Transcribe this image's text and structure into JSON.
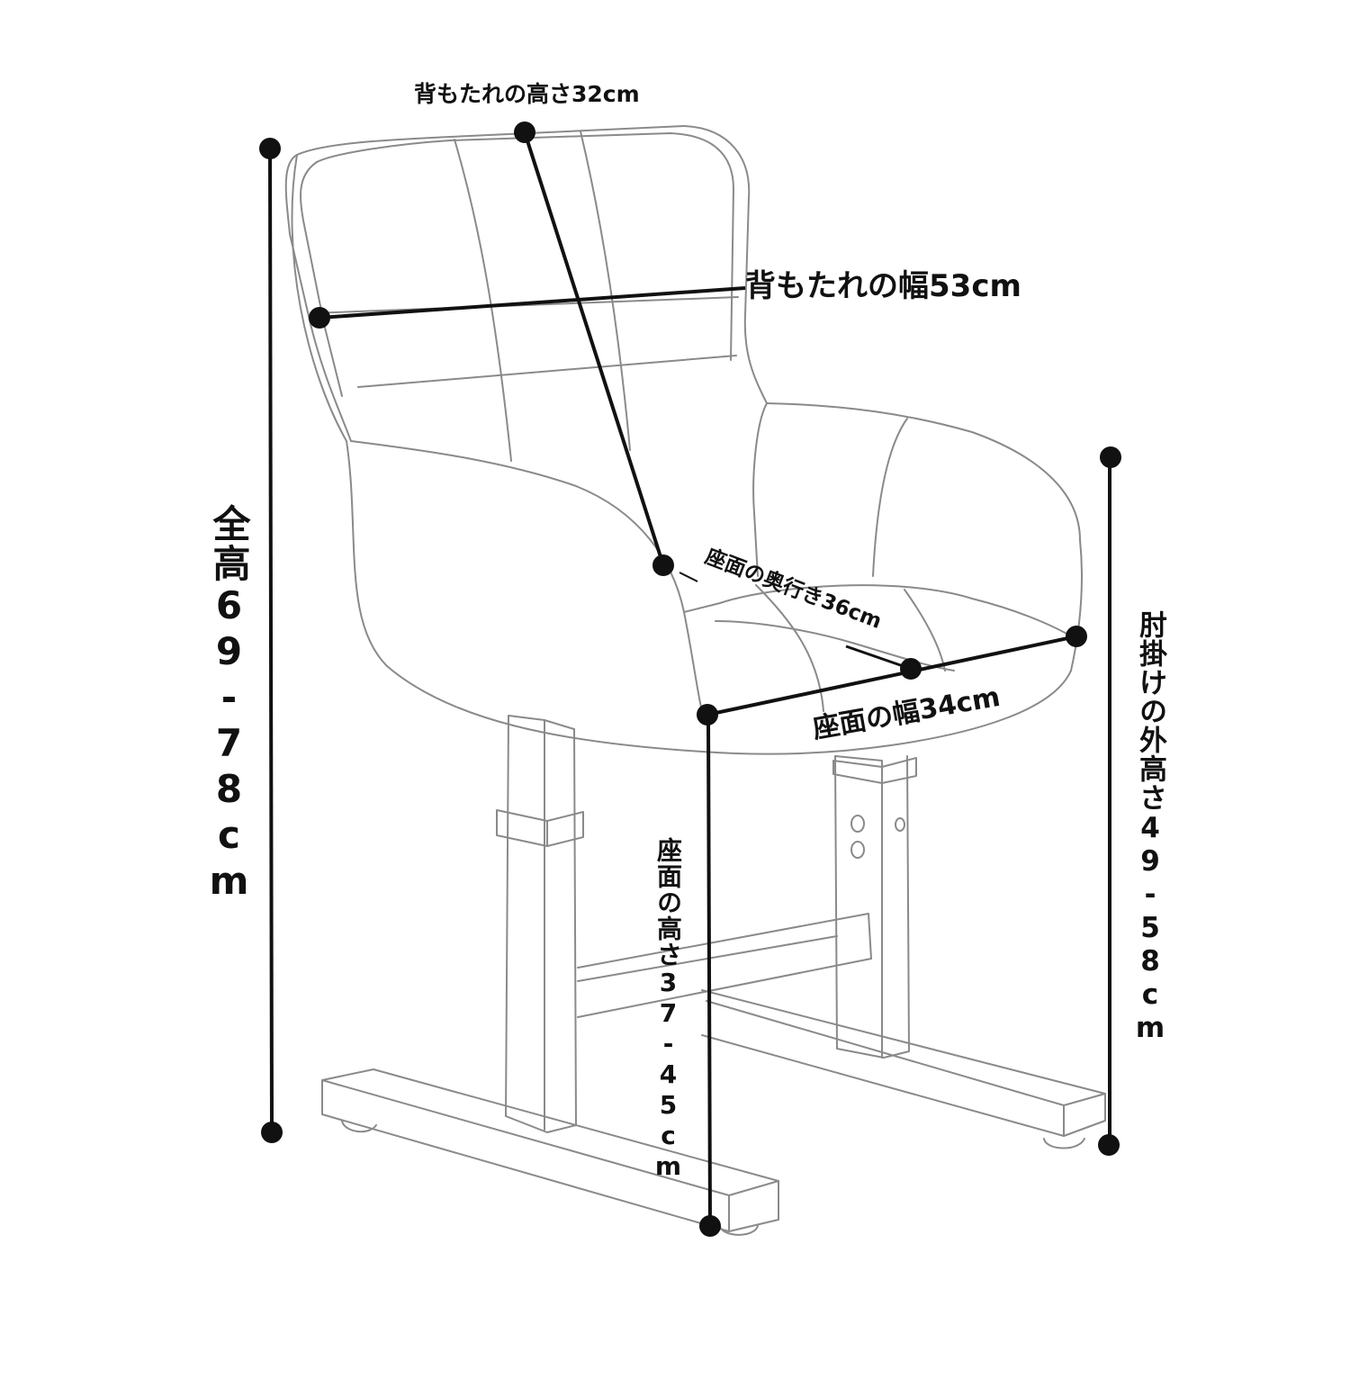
{
  "labels": {
    "backrest_height": "背もたれの高さ32cm",
    "backrest_width": "背もたれの幅53cm",
    "seat_depth": "座面の奥行き36cm",
    "seat_width": "座面の幅34cm",
    "total_height": "全高69-78cm",
    "seat_height": "座面の高さ37-45cm",
    "armrest_height": "肘掛けの外高さ49-58cm"
  },
  "colors": {
    "outline": "#8a8a8a",
    "measure": "#111111"
  }
}
